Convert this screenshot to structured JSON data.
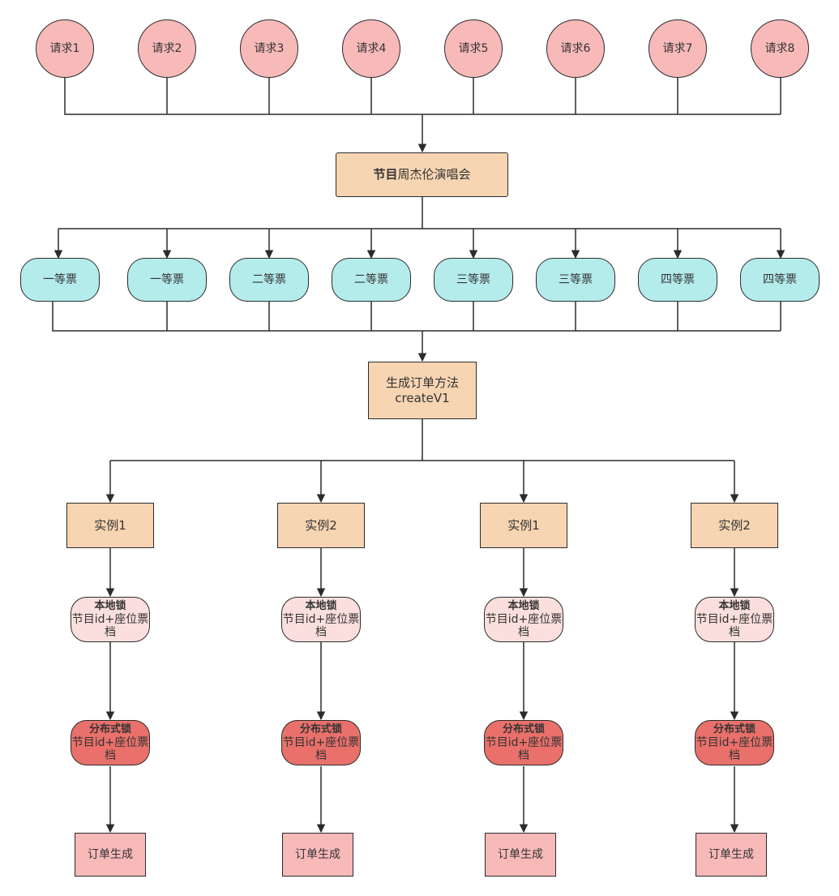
{
  "requests": [
    "请求1",
    "请求2",
    "请求3",
    "请求4",
    "请求5",
    "请求6",
    "请求7",
    "请求8"
  ],
  "program": {
    "prefix": "节目",
    "name": "周杰伦演唱会"
  },
  "tiers": [
    "一等票",
    "一等票",
    "二等票",
    "二等票",
    "三等票",
    "三等票",
    "四等票",
    "四等票"
  ],
  "method": {
    "line1": "生成订单方法",
    "line2": "createV1"
  },
  "instances": [
    {
      "name": "实例1",
      "local_lock_title": "本地锁",
      "local_lock_desc": "节目id+座位票档",
      "dist_lock_title": "分布式锁",
      "dist_lock_desc": "节目id+座位票档",
      "order": "订单生成"
    },
    {
      "name": "实例2",
      "local_lock_title": "本地锁",
      "local_lock_desc": "节目id+座位票档",
      "dist_lock_title": "分布式锁",
      "dist_lock_desc": "节目id+座位票档",
      "order": "订单生成"
    },
    {
      "name": "实例1",
      "local_lock_title": "本地锁",
      "local_lock_desc": "节目id+座位票档",
      "dist_lock_title": "分布式锁",
      "dist_lock_desc": "节目id+座位票档",
      "order": "订单生成"
    },
    {
      "name": "实例2",
      "local_lock_title": "本地锁",
      "local_lock_desc": "节目id+座位票档",
      "dist_lock_title": "分布式锁",
      "dist_lock_desc": "节目id+座位票档",
      "order": "订单生成"
    }
  ],
  "colors": {
    "request": "#f8b9b9",
    "program": "#f7d5b2",
    "tier": "#b4ebeb",
    "local_lock": "#fadfdc",
    "dist_lock": "#e9706b",
    "order": "#f8b9b9",
    "line": "#2b2b2b"
  }
}
